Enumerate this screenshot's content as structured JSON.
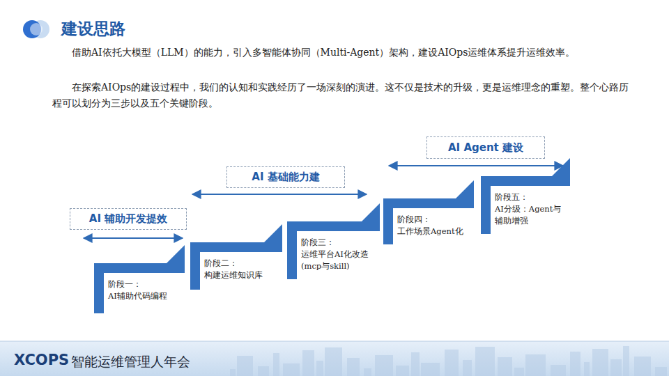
{
  "diagram": {
    "title": "建设思路",
    "nodes": [
      {
        "text": [
          "AI 辅助开发提效"
        ]
      },
      {
        "text": [
          "AI 基础能力建"
        ]
      },
      {
        "text": [
          "AI Agent 建设"
        ]
      },
      {
        "text": [
          "阶段一：",
          "AI辅助代码编程"
        ]
      },
      {
        "text": [
          "阶段二：",
          "构建运维知识库"
        ]
      },
      {
        "text": [
          "阶段三：",
          "运维平台AI化改造 (mcp与skill)"
        ]
      },
      {
        "text": [
          "阶段四：",
          "工作场景Agent化"
        ]
      },
      {
        "text": [
          "阶段五：",
          "AI分级：Agent与辅助增强"
        ]
      }
    ],
    "labels": [
      "借助AI依托大模型（LLM）的能力，引入多智能体协同（Multi-Agent）架构，建设AIOps运维体系提升运维效率。",
      "在探索AIOps的建设过程中，我们的认知和实践经历了一场深刻的演进。这不仅是技术的升级，更是运维理念的重塑。整个心路历程可以划分为三步以及五个关键阶段。",
      "XCOPS",
      "智能运维管理人年会"
    ]
  }
}
